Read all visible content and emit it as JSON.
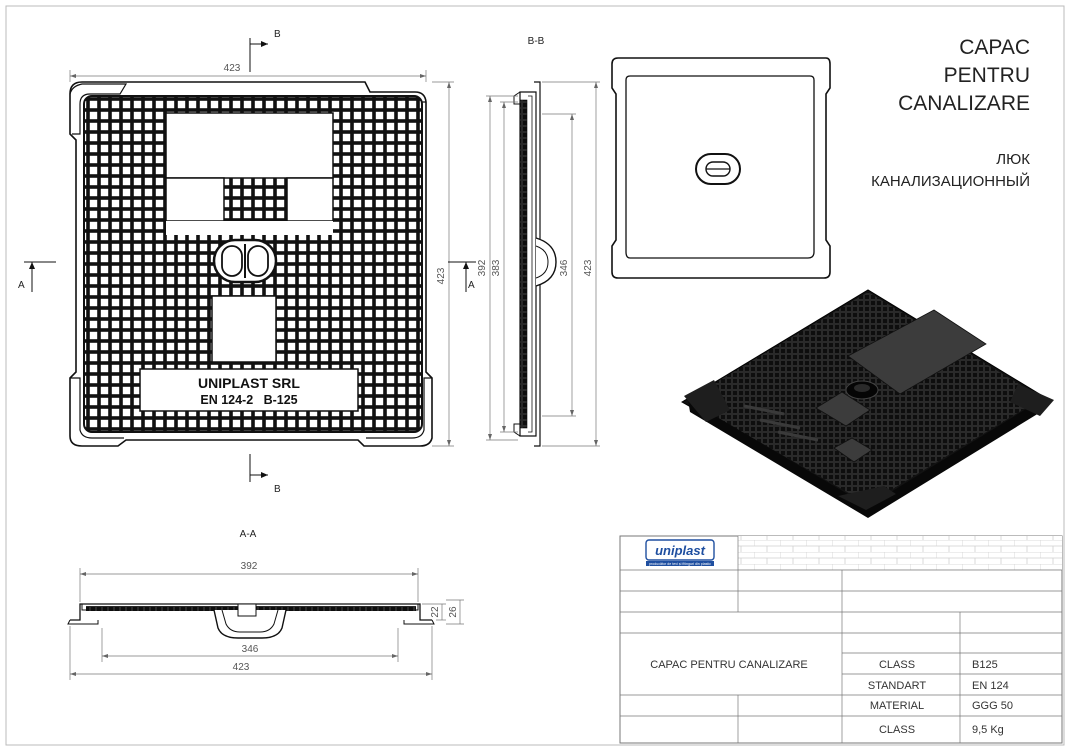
{
  "title_lines": [
    "CAPAC",
    "PENTRU",
    "CANALIZARE"
  ],
  "subtitle_lines": [
    "ЛЮК",
    "КАНАЛИЗАЦИОННЫЙ"
  ],
  "section_labels": {
    "a_left": "A",
    "a_right": "A",
    "b_top": "B",
    "b_bottom": "B",
    "bb_view": "B-B",
    "aa_view": "A-A"
  },
  "dimensions": {
    "top_width": "423",
    "front_height": "423",
    "bb_outer": "392",
    "bb_inner": "383",
    "side_inner": "346",
    "side_outer": "423",
    "aa_top": "392",
    "aa_inner": "346",
    "aa_bottom": "423",
    "aa_h1": "22",
    "aa_h2": "26"
  },
  "embossed": {
    "line1": "UNIPLAST SRL",
    "line2": "EN 124-2   B-125"
  },
  "logo": {
    "name": "uniplast",
    "tagline": "producător de tevi și fitinguri din plastic"
  },
  "title_block": {
    "product": "CAPAC PENTRU CANALIZARE",
    "rows": [
      {
        "label": "CLASS",
        "value": "B125"
      },
      {
        "label": "STANDART",
        "value": "EN 124"
      },
      {
        "label": "MATERIAL",
        "value": "GGG 50"
      },
      {
        "label": "CLASS",
        "value": "9,5 Kg"
      }
    ]
  },
  "colors": {
    "ink": "#111111",
    "dimension": "#666666",
    "logo_blue": "#1f4fa0",
    "render_dark": "#1a1a1a"
  }
}
